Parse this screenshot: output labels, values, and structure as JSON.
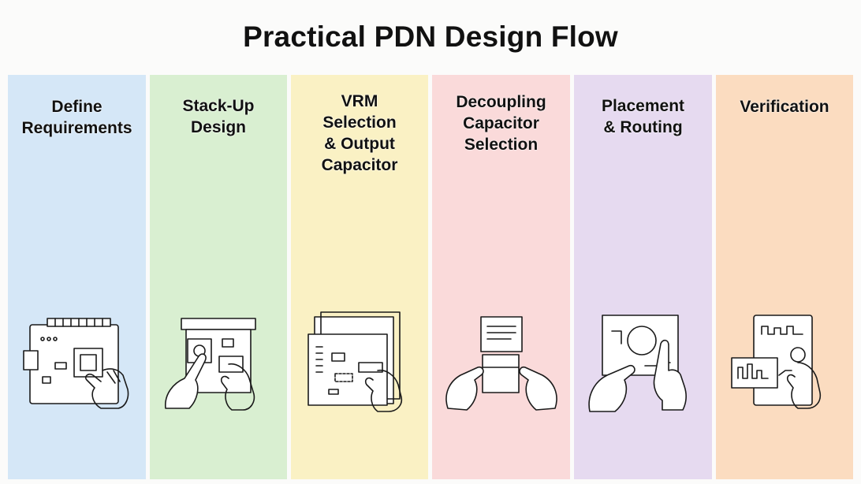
{
  "title": "Practical PDN Design Flow",
  "steps": [
    {
      "label": "Define\nRequirements",
      "color": "#d5e7f7",
      "icon": "pcb-board-hand-icon"
    },
    {
      "label": "Stack-Up\nDesign",
      "color": "#d9efd1",
      "icon": "stackup-hand-icon"
    },
    {
      "label": "VRM\nSelection\n& Output\nCapacitor",
      "color": "#faf1c4",
      "icon": "vrm-board-hand-icon"
    },
    {
      "label": "Decoupling\nCapacitor\nSelection",
      "color": "#fadada",
      "icon": "capacitor-hands-icon"
    },
    {
      "label": "Placement\n& Routing",
      "color": "#e6daf0",
      "icon": "routing-hands-icon"
    },
    {
      "label": "Verification",
      "color": "#fbdcc0",
      "icon": "verification-hand-icon"
    }
  ]
}
